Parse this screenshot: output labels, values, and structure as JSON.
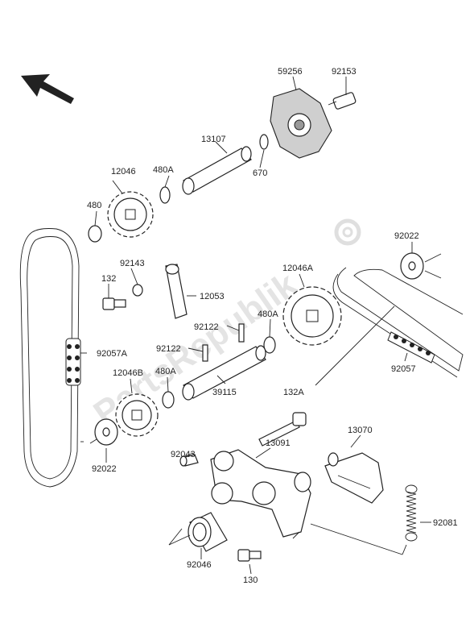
{
  "watermark": "PartsRepublik",
  "labels": {
    "p59256": "59256",
    "p92153": "92153",
    "p13107": "13107",
    "p12046": "12046",
    "p480A_top": "480A",
    "p670": "670",
    "p480": "480",
    "p92143": "92143",
    "p132": "132",
    "p12053": "12053",
    "p12046A": "12046A",
    "p92022_right": "92022",
    "p92122_a": "92122",
    "p480A_mid": "480A",
    "p92057A": "92057A",
    "p92122_b": "92122",
    "p12046B": "12046B",
    "p480A_low": "480A",
    "p39115": "39115",
    "p92057": "92057",
    "p132A": "132A",
    "p13070": "13070",
    "p92043": "92043",
    "p13091": "13091",
    "p92022_left": "92022",
    "p92081": "92081",
    "p92046": "92046",
    "p130": "130"
  }
}
